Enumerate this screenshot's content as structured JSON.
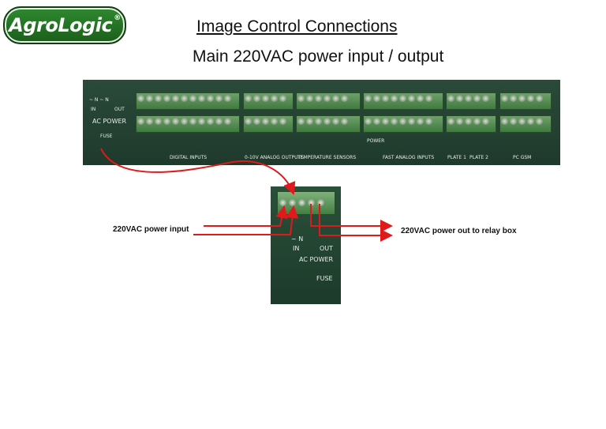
{
  "logo": {
    "text": "AgroLogic",
    "reg": "®"
  },
  "title": "Image Control Connections",
  "subtitle": "Main 220VAC power input / output",
  "board": {
    "ac_power_label": "AC POWER",
    "ac_terminals": "~ N ~ N",
    "ac_in": "IN",
    "ac_out": "OUT",
    "fuse_label": "FUSE",
    "digital_inputs": "DIGITAL INPUTS",
    "analog_outputs": "0-10V ANALOG OUTPUTS",
    "temperature_sensors": "TEMPERATURE SENSORS",
    "fast_analog_inputs": "FAST ANALOG INPUTS",
    "power": "POWER",
    "plate_1": "PLATE 1",
    "plate_2": "PLATE 2",
    "pc_gsm": "PC GSM"
  },
  "zoom": {
    "ac_power_label": "AC POWER",
    "in_label": "IN",
    "out_label": "OUT",
    "terminals": "~ N",
    "fuse_label": "FUSE"
  },
  "labels": {
    "power_input": "220VAC power input",
    "power_output": "220VAC power out to relay box"
  },
  "colors": {
    "arrow": "#e0191b",
    "board": "#1f3a2c",
    "terminal": "#5c915a",
    "logo": "#2f8a2f"
  }
}
